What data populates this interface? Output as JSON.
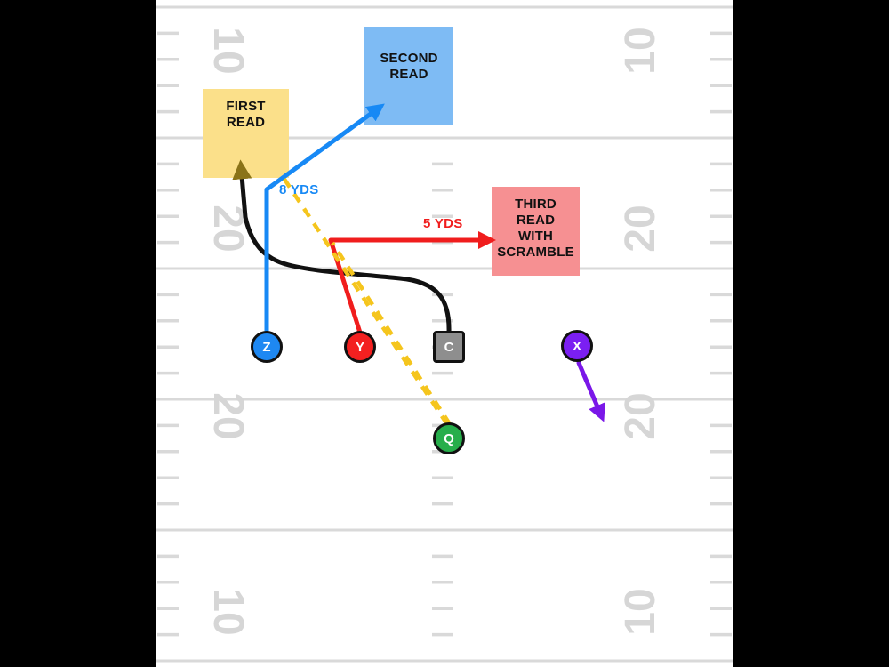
{
  "title": "Football passing play diagram with QB progression reads",
  "field": {
    "yard_numbers": [
      "10",
      "20",
      "20",
      "10"
    ],
    "line_color": "#D9D9D9",
    "number_color": "#D6D6D6",
    "surface_color": "#FFFFFF",
    "outside_color": "#000000"
  },
  "reads": {
    "first": {
      "label": "FIRST\nREAD",
      "color": "#FBE08A"
    },
    "second": {
      "label": "SECOND\nREAD",
      "color": "#7EBBF4"
    },
    "third": {
      "label": "THIRD\nREAD\nWITH\nSCRAMBLE",
      "color": "#F69092"
    }
  },
  "routes": {
    "z": {
      "color": "#1789F5",
      "depth_label": "8 YDS"
    },
    "y": {
      "color": "#F01D1D",
      "depth_label": "5 YDS"
    },
    "x": {
      "color": "#7A17E8"
    },
    "black_to_first_read": {
      "color": "#111111",
      "arrow_color": "#8A7318"
    },
    "qb_pass_dashed": {
      "color": "#F5C51D"
    }
  },
  "players": [
    {
      "label": "Z",
      "color": "#1E88F2",
      "shape": "circle"
    },
    {
      "label": "Y",
      "color": "#F32020",
      "shape": "circle"
    },
    {
      "label": "C",
      "color": "#8E8E8E",
      "shape": "square"
    },
    {
      "label": "X",
      "color": "#7B1FF2",
      "shape": "circle"
    },
    {
      "label": "Q",
      "color": "#27AE4B",
      "shape": "circle"
    }
  ]
}
